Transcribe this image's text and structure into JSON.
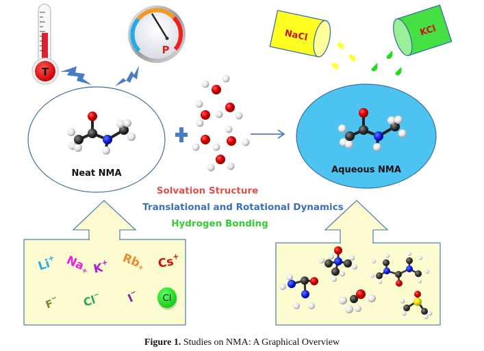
{
  "figure": {
    "caption_label": "Figure 1.",
    "caption_text": " Studies on NMA: A Graphical Overview"
  },
  "conditions": {
    "temperature_label": "T",
    "pressure_label": "P"
  },
  "salts": [
    {
      "label": "NaCl",
      "color": "#ffff1a",
      "drop_color": "#ffff33"
    },
    {
      "label": "KCl",
      "color": "#44e044",
      "drop_color": "#22dd22"
    }
  ],
  "systems": {
    "neat": {
      "label": "Neat NMA"
    },
    "aqueous": {
      "label": "Aqueous NMA",
      "fill": "#4cc3f0"
    }
  },
  "topics": [
    {
      "label": "Solvation Structure",
      "color": "#e0504a"
    },
    {
      "label": "Translational and Rotational Dynamics",
      "color": "#3a6fc0"
    },
    {
      "label": "Hydrogen Bonding",
      "color": "#33cc33"
    }
  ],
  "ions": {
    "cations": [
      {
        "symbol": "Li",
        "charge": "+",
        "color": "#22aaee"
      },
      {
        "symbol": "Na",
        "charge": "+",
        "color": "#ee22dd"
      },
      {
        "symbol": "K",
        "charge": "+",
        "color": "#aa22cc"
      },
      {
        "symbol": "Rb",
        "charge": "+",
        "color": "#ee8833"
      },
      {
        "symbol": "Cs",
        "charge": "+",
        "color": "#cc1111"
      }
    ],
    "anions": [
      {
        "symbol": "F",
        "charge": "−",
        "color": "#778833"
      },
      {
        "symbol": "Cl",
        "charge": "−",
        "color": "#22aa55"
      },
      {
        "symbol": "I",
        "charge": "−",
        "color": "#882299"
      },
      {
        "symbol": "Cl",
        "charge": "",
        "color": "#111111",
        "badge_color": "#22ee22"
      }
    ]
  },
  "cosolvents": [
    "urea",
    "trimethylamine N-oxide",
    "tetramethylurea",
    "methanol",
    "dimethyl sulfoxide"
  ]
}
